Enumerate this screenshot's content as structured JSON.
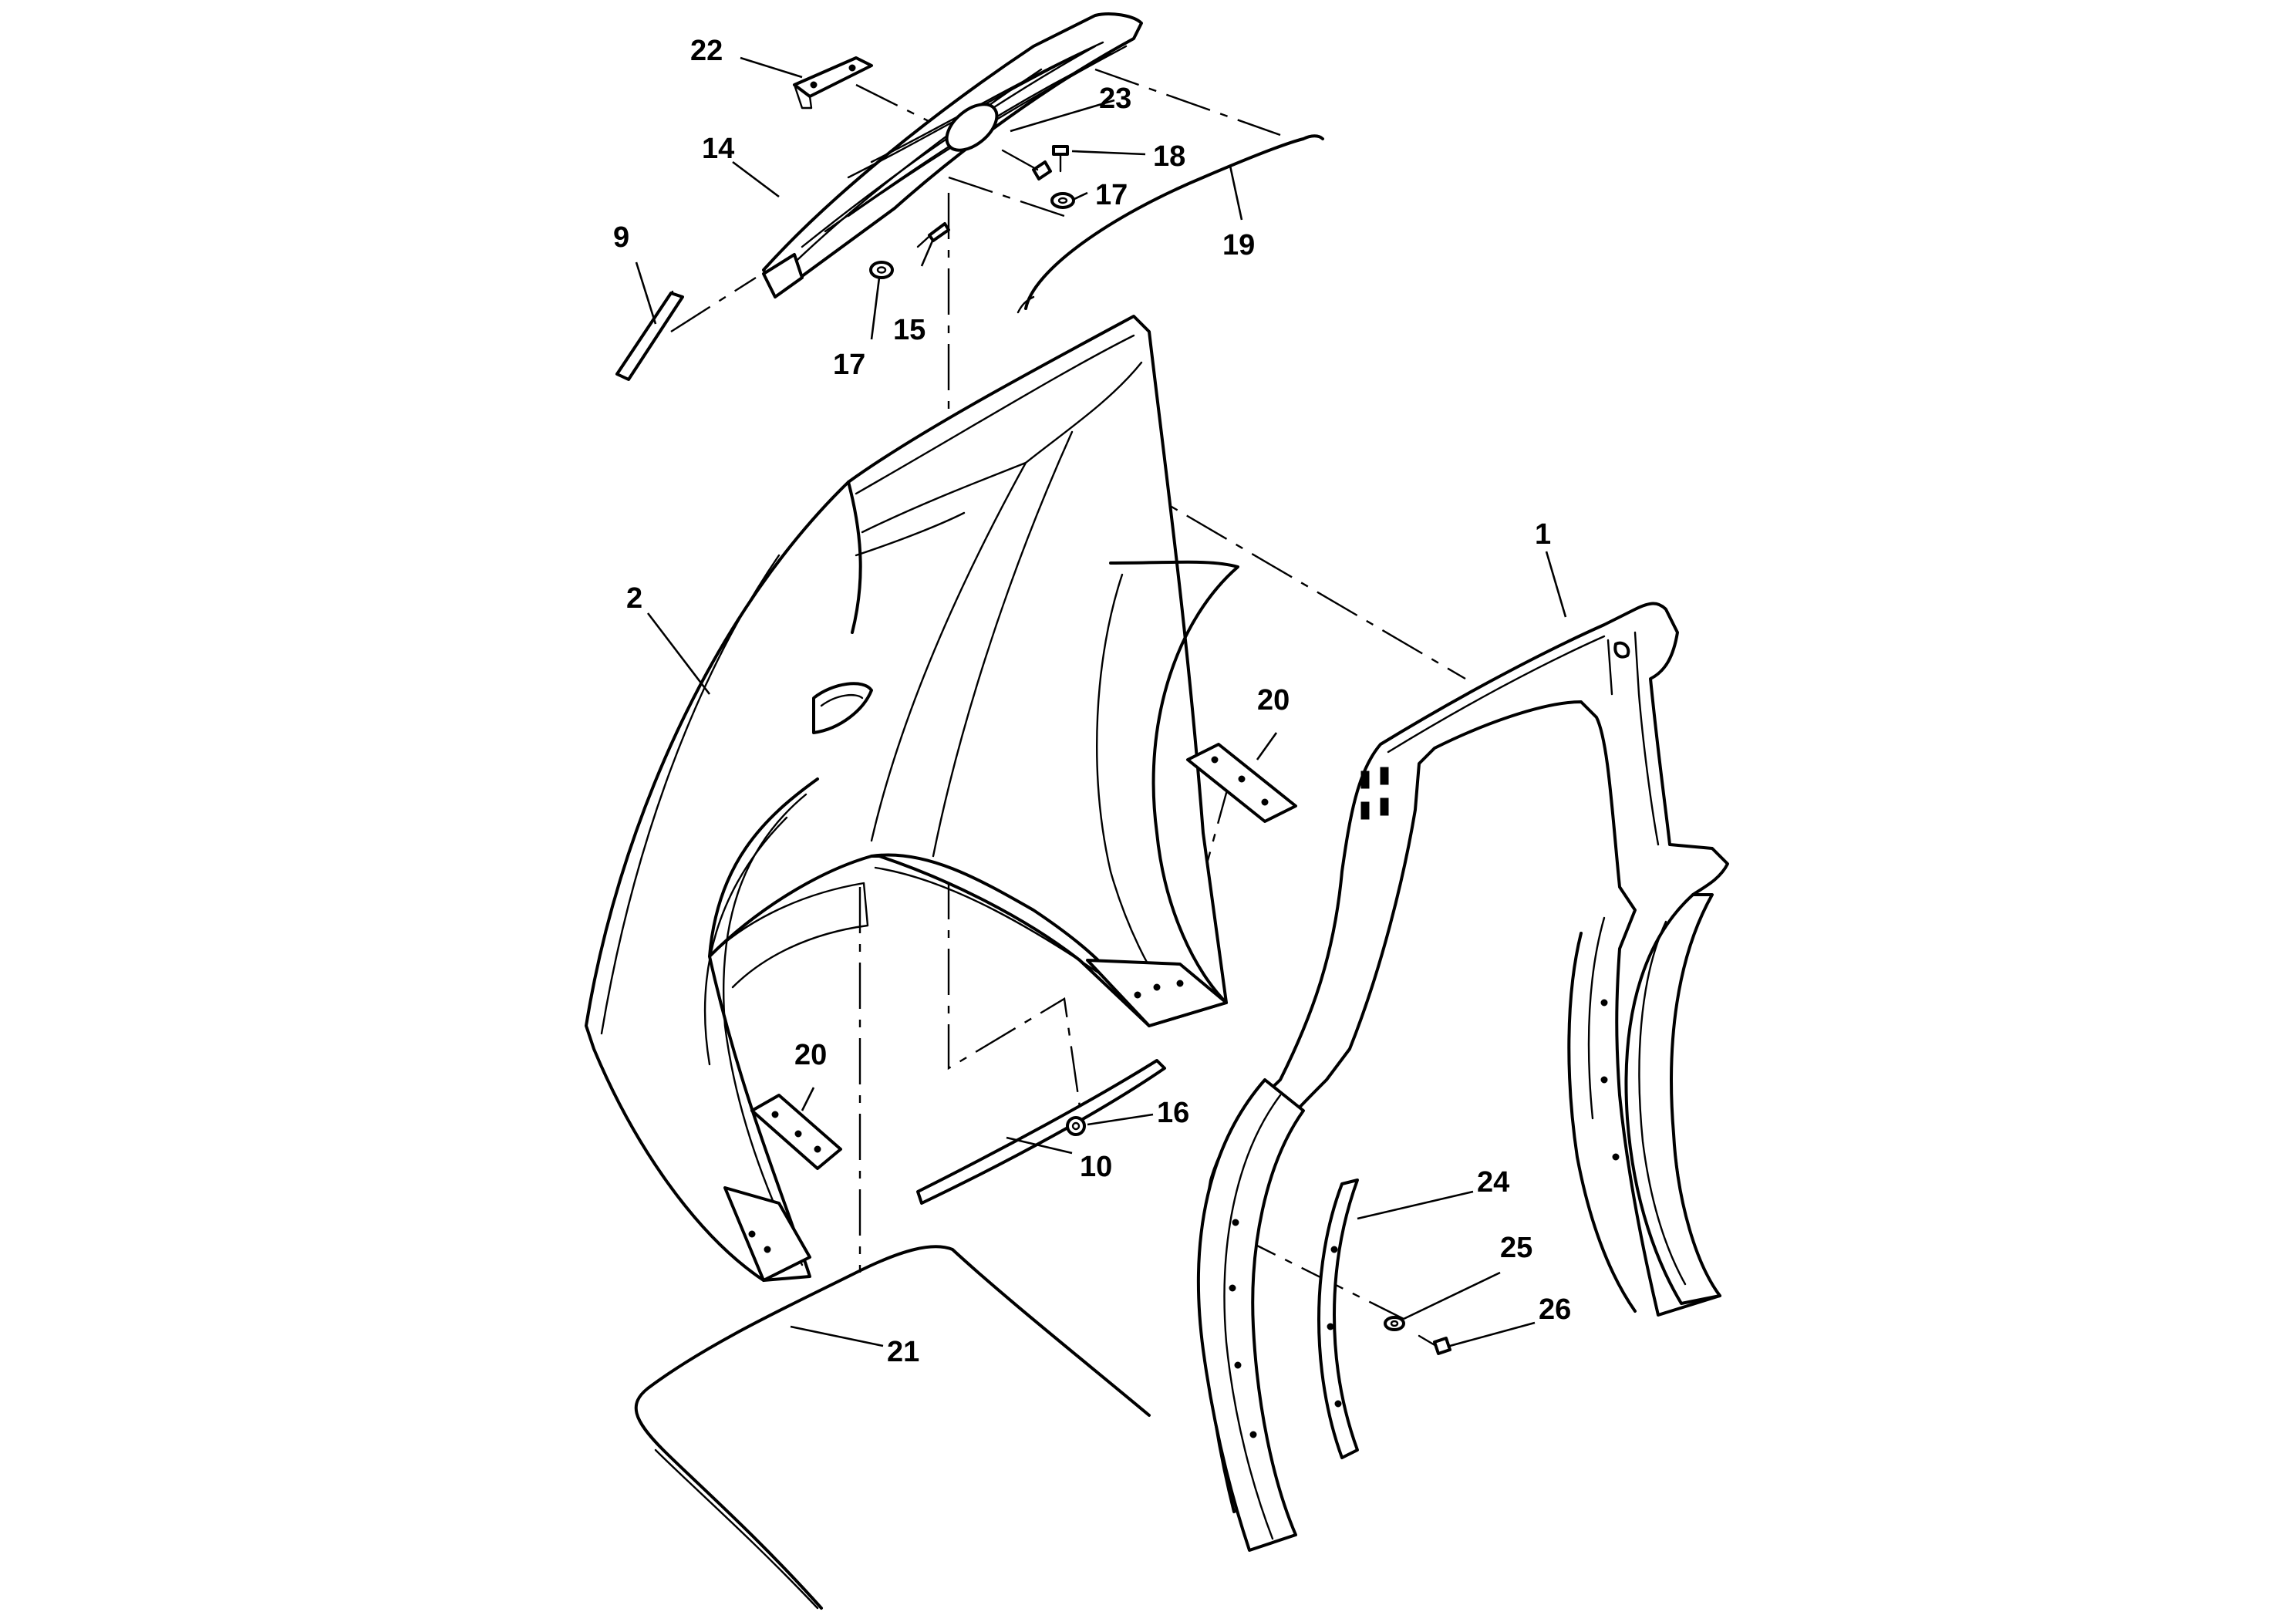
{
  "callouts": {
    "c1": "1",
    "c2": "2",
    "c9": "9",
    "c10": "10",
    "c14": "14",
    "c15": "15",
    "c16": "16",
    "c17a": "17",
    "c17b": "17",
    "c18": "18",
    "c19": "19",
    "c20a": "20",
    "c20b": "20",
    "c21": "21",
    "c22": "22",
    "c23": "23",
    "c24": "24",
    "c25": "25",
    "c26": "26"
  },
  "colors": {
    "line": "#000000",
    "background": "#ffffff"
  }
}
